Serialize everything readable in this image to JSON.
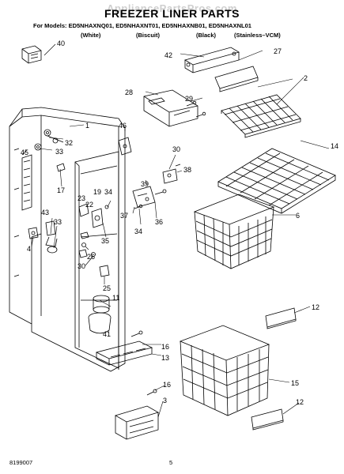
{
  "watermark": "AppliancePartsPros.com",
  "title": "FREEZER LINER PARTS",
  "models": {
    "label": "For Models:",
    "list": "ED5NHAXNQ01, ED5NHAXNT01, ED5NHAXNB01, ED5NHAXNL01",
    "variants": [
      "(White)",
      "(Biscuit)",
      "(Black)",
      "(Stainless–VCM)"
    ]
  },
  "callouts": [
    "40",
    "42",
    "27",
    "2",
    "1",
    "28",
    "29",
    "46",
    "32",
    "33",
    "45",
    "30",
    "38",
    "14",
    "17",
    "23",
    "19",
    "34",
    "39",
    "22",
    "43",
    "37",
    "36",
    "33",
    "35",
    "34",
    "4",
    "26",
    "30",
    "6",
    "25",
    "11",
    "41",
    "12",
    "16",
    "13",
    "15",
    "16",
    "3",
    "12"
  ],
  "footer": {
    "doc_number": "8199007",
    "page": "5"
  }
}
